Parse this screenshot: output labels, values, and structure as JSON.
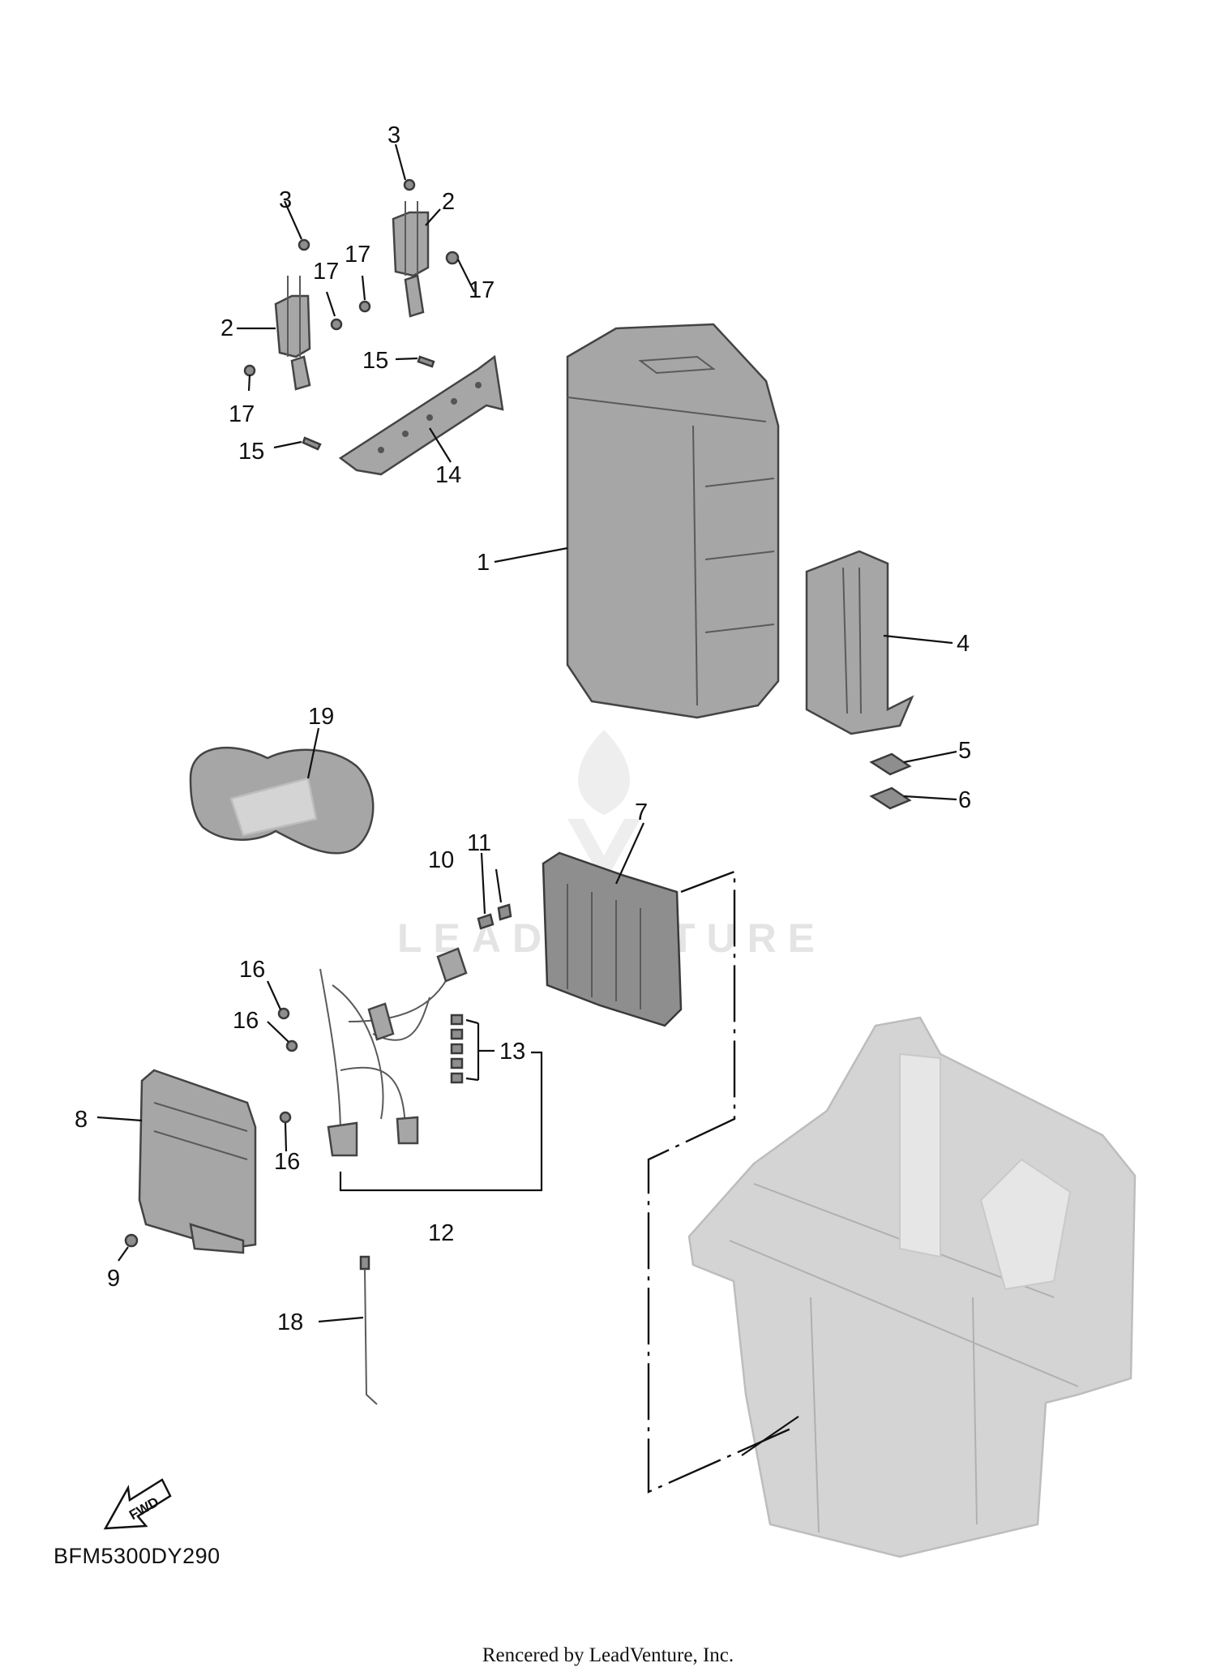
{
  "callouts": [
    "3",
    "3",
    "2",
    "2",
    "17",
    "17",
    "17",
    "17",
    "15",
    "15",
    "14",
    "1",
    "4",
    "5",
    "6",
    "19",
    "7",
    "11",
    "10",
    "16",
    "16",
    "16",
    "13",
    "12",
    "8",
    "9",
    "18"
  ],
  "fwd_label": "FWD",
  "diagram_code": "BFM5300DY290",
  "watermark_text": "LEADVENTURE",
  "credit": "Rencered by LeadVenture, Inc."
}
